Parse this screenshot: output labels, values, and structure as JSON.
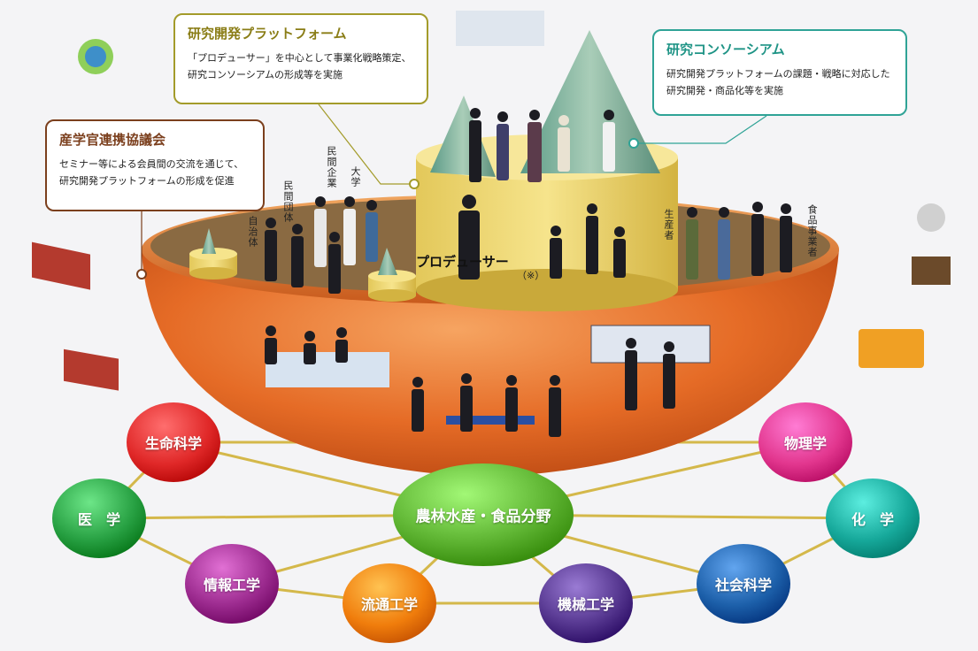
{
  "callouts": {
    "research_platform": {
      "title": "研究開発プラットフォーム",
      "description": "「プロデューサー」を中心として事業化戦略策定、\n研究コンソーシアムの形成等を実施"
    },
    "research_consortium": {
      "title": "研究コンソーシアム",
      "description": "研究開発プラットフォームの課題・戦略に対応した\n研究開発・商品化等を実施"
    },
    "academia_council": {
      "title": "産学官連携協議会",
      "description": "セミナー等による会員間の交流を通じて、\n研究開発プラットフォームの形成を促進"
    }
  },
  "stakeholders": [
    "自治体",
    "民間団体",
    "民間企業",
    "大学",
    "生産者",
    "食品事業者"
  ],
  "producer": {
    "label": "プロデューサー",
    "note": "（※）"
  },
  "fields": {
    "center": {
      "label": "農林水産・食品分野",
      "color": "#5cb230"
    },
    "nodes": [
      {
        "label": "生命科学",
        "color": "#e02828"
      },
      {
        "label": "物理学",
        "color": "#e2368e"
      },
      {
        "label": "医　学",
        "color": "#27a042"
      },
      {
        "label": "化　学",
        "color": "#16a89a"
      },
      {
        "label": "情報工学",
        "color": "#9b2a8e"
      },
      {
        "label": "流通工学",
        "color": "#f07d0c"
      },
      {
        "label": "機械工学",
        "color": "#54358e"
      },
      {
        "label": "社会科学",
        "color": "#1c5fa9"
      }
    ]
  }
}
